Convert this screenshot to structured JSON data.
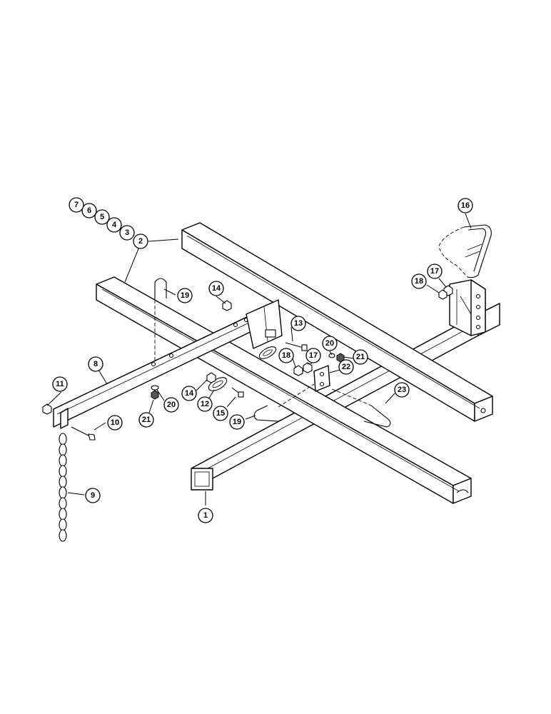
{
  "callouts": [
    {
      "id": "c1",
      "label": "1"
    },
    {
      "id": "c2",
      "label": "2"
    },
    {
      "id": "c3",
      "label": "3"
    },
    {
      "id": "c4",
      "label": "4"
    },
    {
      "id": "c5",
      "label": "5"
    },
    {
      "id": "c6",
      "label": "6"
    },
    {
      "id": "c7",
      "label": "7"
    },
    {
      "id": "c8",
      "label": "8"
    },
    {
      "id": "c9",
      "label": "9"
    },
    {
      "id": "c10",
      "label": "10"
    },
    {
      "id": "c11",
      "label": "11"
    },
    {
      "id": "c12",
      "label": "12"
    },
    {
      "id": "c13",
      "label": "13"
    },
    {
      "id": "c14a",
      "label": "14"
    },
    {
      "id": "c14b",
      "label": "14"
    },
    {
      "id": "c15",
      "label": "15"
    },
    {
      "id": "c16",
      "label": "16"
    },
    {
      "id": "c17a",
      "label": "17"
    },
    {
      "id": "c17b",
      "label": "17"
    },
    {
      "id": "c18a",
      "label": "18"
    },
    {
      "id": "c18b",
      "label": "18"
    },
    {
      "id": "c19a",
      "label": "19"
    },
    {
      "id": "c19b",
      "label": "19"
    },
    {
      "id": "c20a",
      "label": "20"
    },
    {
      "id": "c20b",
      "label": "20"
    },
    {
      "id": "c21a",
      "label": "21"
    },
    {
      "id": "c21b",
      "label": "21"
    },
    {
      "id": "c22",
      "label": "22"
    },
    {
      "id": "c23",
      "label": "23"
    }
  ]
}
